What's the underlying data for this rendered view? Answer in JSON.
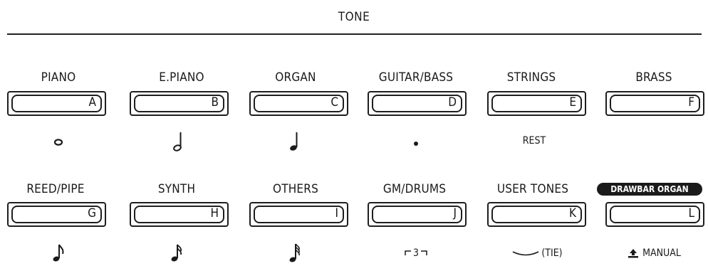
{
  "title": "TONE",
  "rows": [
    {
      "buttons": [
        {
          "label": "PIANO",
          "key": "A"
        },
        {
          "label": "E.PIANO",
          "key": "B"
        },
        {
          "label": "ORGAN",
          "key": "C"
        },
        {
          "label": "GUITAR/BASS",
          "key": "D"
        },
        {
          "label": "STRINGS",
          "key": "E"
        },
        {
          "label": "BRASS",
          "key": "F"
        }
      ],
      "symbols": [
        {
          "icon": "whole-note-icon"
        },
        {
          "icon": "half-note-icon"
        },
        {
          "icon": "quarter-note-icon"
        },
        {
          "icon": "dot-icon"
        },
        {
          "text": "REST"
        },
        {}
      ]
    },
    {
      "buttons": [
        {
          "label": "REED/PIPE",
          "key": "G"
        },
        {
          "label": "SYNTH",
          "key": "H"
        },
        {
          "label": "OTHERS",
          "key": "I"
        },
        {
          "label": "GM/DRUMS",
          "key": "J"
        },
        {
          "label": "USER TONES",
          "key": "K"
        },
        {
          "label": "DRAWBAR ORGAN",
          "key": "L",
          "highlight": true
        }
      ],
      "symbols": [
        {
          "icon": "eighth-note-icon"
        },
        {
          "icon": "sixteenth-note-icon"
        },
        {
          "icon": "thirty-second-note-icon"
        },
        {
          "icon": "triplet-icon",
          "text": "3"
        },
        {
          "icon": "tie-icon",
          "text": "(TIE)"
        },
        {
          "icon": "manual-icon",
          "text": "MANUAL"
        }
      ]
    }
  ]
}
